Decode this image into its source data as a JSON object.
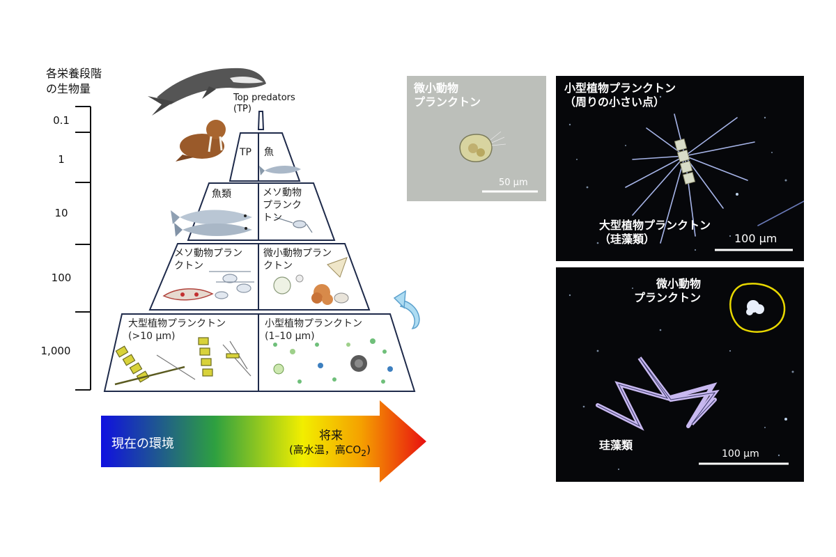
{
  "axis": {
    "title_line1": "各栄養段階",
    "title_line2": "の生物量",
    "ticks": [
      "0.1",
      "1",
      "10",
      "100",
      "1,000"
    ]
  },
  "pyramid": {
    "top_predators_line1": "Top predators",
    "top_predators_line2": "(TP)",
    "level2_left": "TP",
    "level2_right": "魚",
    "level3_left": "魚類",
    "level3_right_line1": "メソ動物",
    "level3_right_line2": "プランク",
    "level3_right_line3": "トン",
    "level4_left_line1": "メソ動物プラン",
    "level4_left_line2": "クトン",
    "level4_right_line1": "微小動物プラン",
    "level4_right_line2": "クトン",
    "level5_left_line1": "大型植物プランクトン",
    "level5_left_line2": "(>10 µm)",
    "level5_right_line1": "小型植物プランクトン",
    "level5_right_line2": "(1–10 µm)"
  },
  "arrow": {
    "left_label": "現在の環境",
    "right_label_line1": "将来",
    "right_label_line2_prefix": "(高水温，高CO",
    "right_label_sub": "2",
    "right_label_suffix": ")",
    "gradient_colors": [
      "#1010e0",
      "#2ea040",
      "#f2ee00",
      "#f5a000",
      "#e81010"
    ]
  },
  "photos": {
    "microzoo": {
      "title_line1": "微小動物",
      "title_line2": "プランクトン",
      "scale": "50 µm"
    },
    "phyto": {
      "small_line1": "小型植物プランクトン",
      "small_line2": "（周りの小さい点）",
      "large_line1": "大型植物プランクトン",
      "large_line2": "（珪藻類）",
      "scale": "100 µm"
    },
    "diatom": {
      "micro_line1": "微小動物",
      "micro_line2": "プランクトン",
      "diatom_label": "珪藻類",
      "scale": "100 µm"
    }
  }
}
